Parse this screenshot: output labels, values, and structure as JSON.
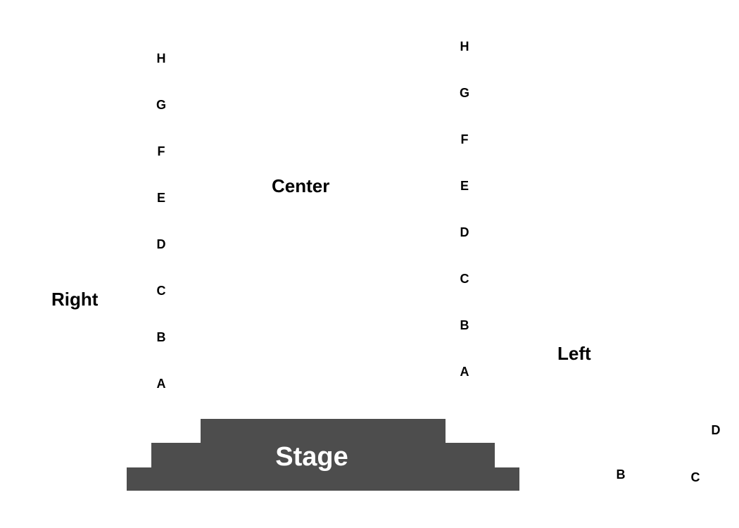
{
  "sections": {
    "right": "Right",
    "center": "Center",
    "left": "Left",
    "stage": "Stage"
  },
  "rows": {
    "right_aisle": [
      "H",
      "G",
      "F",
      "E",
      "D",
      "C",
      "B",
      "A"
    ],
    "left_aisle": [
      "H",
      "G",
      "F",
      "E",
      "D",
      "C",
      "B",
      "A"
    ],
    "far_left": [
      "D",
      "B",
      "C"
    ]
  },
  "colors": {
    "stage_fill": "#4d4d4d",
    "stage_text": "#ffffff",
    "label_text": "#000000",
    "background": "#ffffff"
  }
}
